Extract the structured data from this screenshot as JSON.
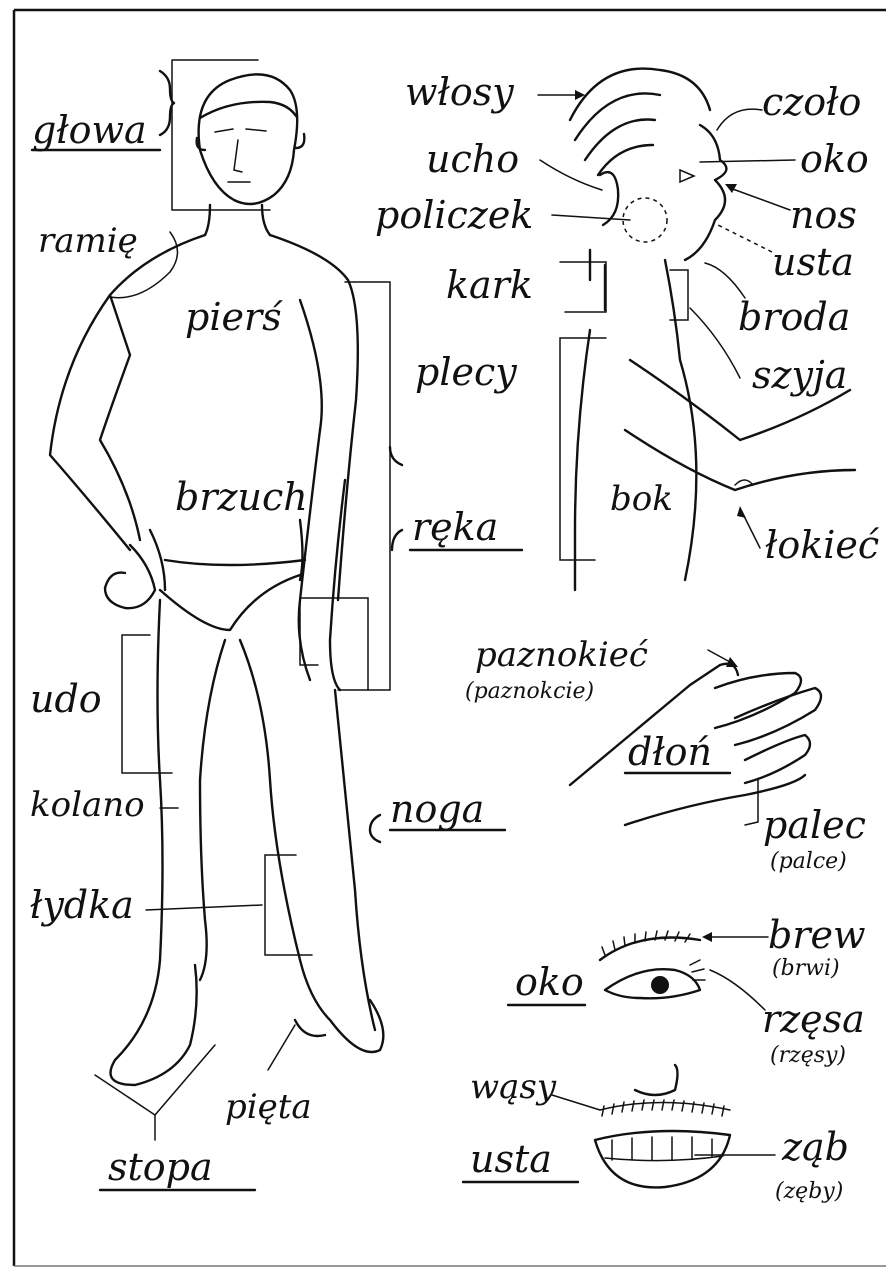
{
  "figure": {
    "body_labels": {
      "glowa": "głowa",
      "ramie": "ramię",
      "piers": "pierś",
      "brzuch": "brzuch",
      "reka": "ręka",
      "udo": "udo",
      "kolano": "kolano",
      "noga": "noga",
      "lydka": "łydka",
      "pieta": "pięta",
      "stopa": "stopa"
    },
    "head_labels": {
      "wlosy": "włosy",
      "czolo": "czoło",
      "ucho": "ucho",
      "oko": "oko",
      "policzek": "policzek",
      "nos": "nos",
      "usta": "usta",
      "kark": "kark",
      "broda": "broda",
      "plecy": "plecy",
      "szyja": "szyja",
      "bok": "bok",
      "lokiec": "łokieć"
    },
    "hand_labels": {
      "paznokiec": "paznokieć",
      "paznokcie": "(paznokcie)",
      "dlon": "dłoń",
      "palec": "palec",
      "palce": "(palce)"
    },
    "eye_labels": {
      "brew": "brew",
      "brwi": "(brwi)",
      "oko": "oko",
      "rzesa": "rzęsa",
      "rzesy": "(rzęsy)"
    },
    "mouth_labels": {
      "wasy": "wąsy",
      "usta": "usta",
      "zab": "ząb",
      "zeby": "(zęby)"
    }
  }
}
